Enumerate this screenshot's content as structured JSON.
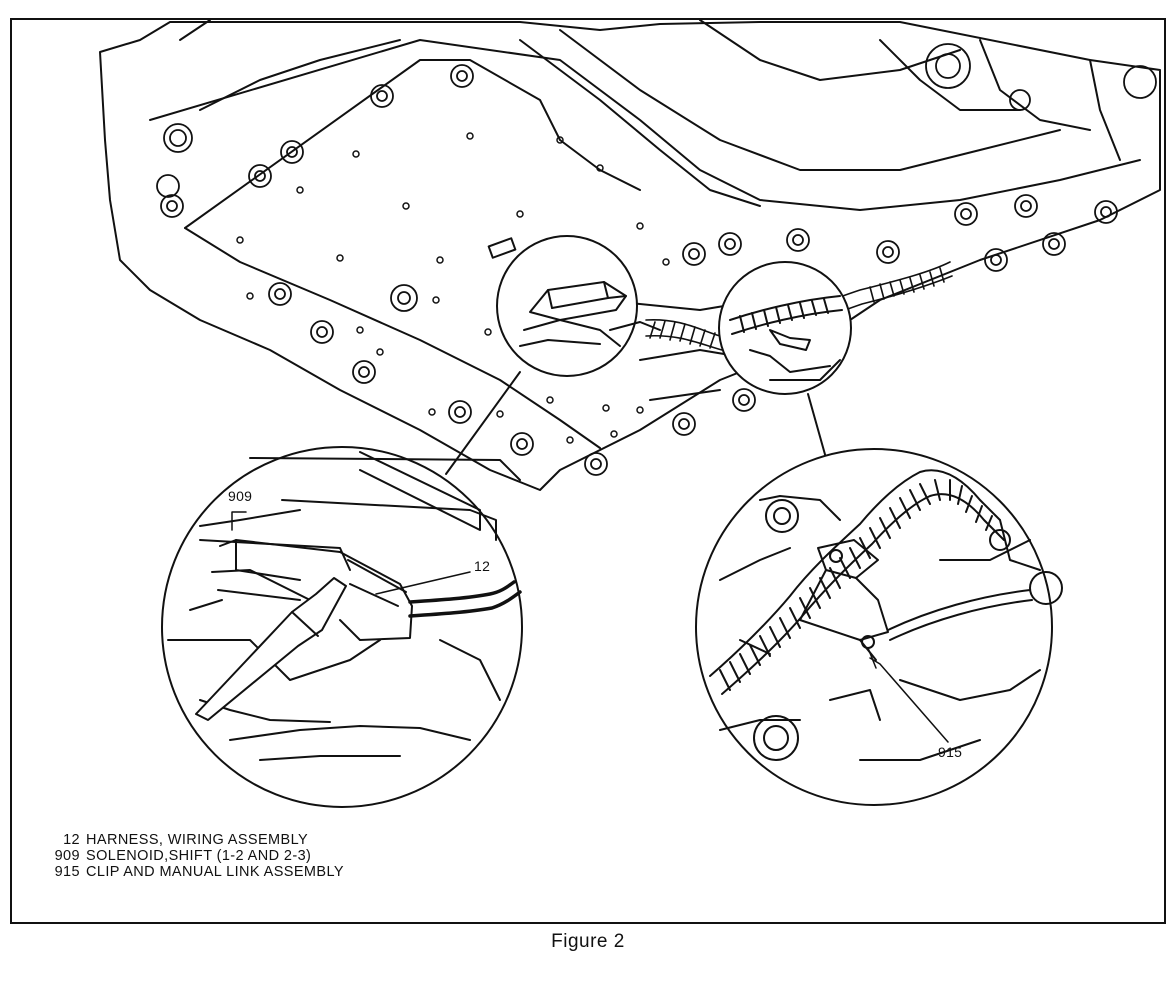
{
  "figure": {
    "caption": "Figure 2"
  },
  "callouts": {
    "solenoid": "909",
    "harness": "12",
    "clip": "915"
  },
  "legend": [
    {
      "num": "12",
      "desc": "HARNESS, WIRING ASSEMBLY"
    },
    {
      "num": "909",
      "desc": "SOLENOID,SHIFT (1-2 AND 2-3)"
    },
    {
      "num": "915",
      "desc": "CLIP AND MANUAL LINK ASSEMBLY"
    }
  ]
}
